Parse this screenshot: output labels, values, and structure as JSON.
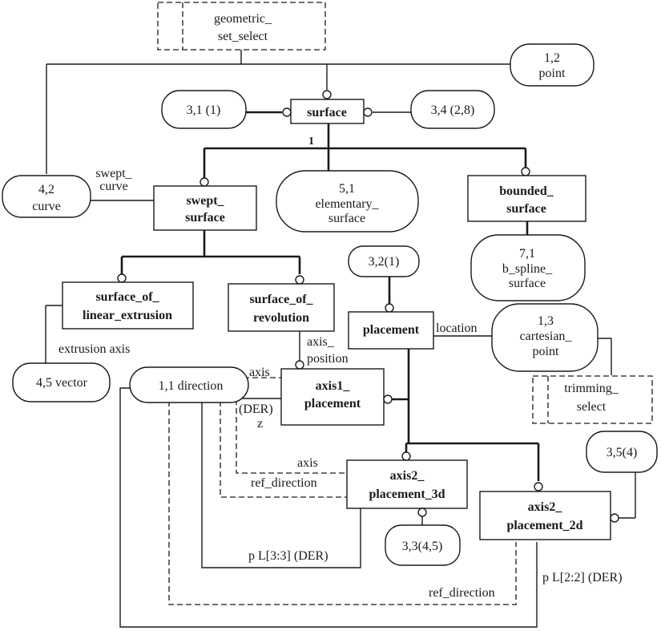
{
  "diagram": {
    "notation": "EXPRESS-G",
    "select_types": {
      "geometric_set_select": [
        "geometric_",
        "set_select"
      ],
      "trimming_select": [
        "trimming_",
        "select"
      ]
    },
    "entities": {
      "surface": [
        "surface"
      ],
      "swept_surface": [
        "swept_",
        "surface"
      ],
      "bounded_surface": [
        "bounded_",
        "surface"
      ],
      "surface_of_linear_extrusion": [
        "surface_of_",
        "linear_extrusion"
      ],
      "surface_of_revolution": [
        "surface_of_",
        "revolution"
      ],
      "placement": [
        "placement"
      ],
      "axis1_placement": [
        "axis1_",
        "placement"
      ],
      "axis2_placement_3d": [
        "axis2_",
        "placement_3d"
      ],
      "axis2_placement_2d": [
        "axis2_",
        "placement_2d"
      ]
    },
    "page_refs": {
      "point": [
        "1,2",
        "point"
      ],
      "ref_3_1": [
        "3,1 (1)"
      ],
      "ref_3_4": [
        "3,4 (2,8)"
      ],
      "curve": [
        "4,2",
        "curve"
      ],
      "elementary_surface": [
        "5,1",
        "elementary_",
        "surface"
      ],
      "b_spline_surface": [
        "7,1",
        "b_spline_",
        "surface"
      ],
      "ref_3_2": [
        "3,2(1)"
      ],
      "cartesian_point": [
        "1,3",
        "cartesian_",
        "point"
      ],
      "vector": [
        "4,5 vector"
      ],
      "direction": [
        "1,1 direction"
      ],
      "ref_3_5": [
        "3,5(4)"
      ],
      "ref_3_3": [
        "3,3(4,5)"
      ]
    },
    "subtype_marker": "1",
    "attributes": {
      "swept_curve": [
        "swept_",
        "curve"
      ],
      "extrusion_axis": "extrusion  axis",
      "axis_position": [
        "axis_",
        "position"
      ],
      "location": "location",
      "axis1_axis": "axis",
      "axis1_z": [
        "(DER)",
        "z"
      ],
      "a3d_axis": "axis",
      "a3d_ref_direction": "ref_direction",
      "a3d_p": "p L[3:3] (DER)",
      "a2d_ref_direction": "ref_direction",
      "a2d_p": "p  L[2:2] (DER)"
    }
  }
}
